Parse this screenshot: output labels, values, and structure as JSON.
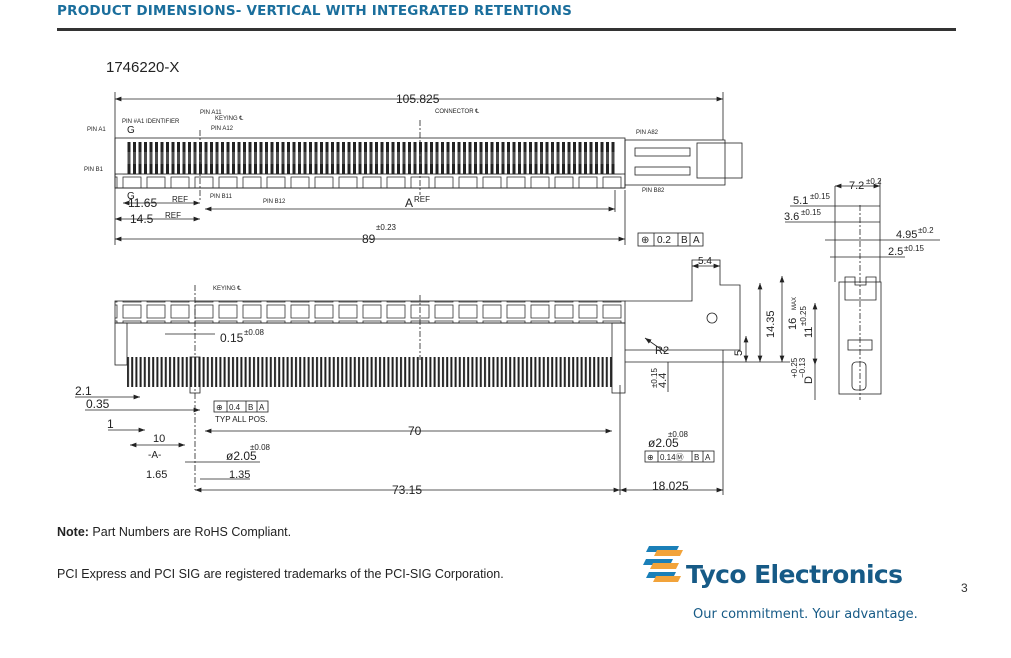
{
  "header": {
    "title": "PRODUCT DIMENSIONS- VERTICAL WITH INTEGRATED RETENTIONS"
  },
  "drawing": {
    "part_number": "1746220-X",
    "top_view": {
      "overall_length": "105.825",
      "connector_centerline": "CONNECTOR ℄",
      "pin_labels": {
        "a1": "PIN A1",
        "a1_identifier": "PIN #A1 IDENTIFIER",
        "a11": "PIN A11",
        "keying": "KEYING ℄",
        "a12": "PIN A12",
        "b1": "PIN B1",
        "b11": "PIN B11",
        "b12": "PIN B12",
        "a82": "PIN A82",
        "b82": "PIN B82"
      },
      "section_marker": "G",
      "dim_11_65": "11.65",
      "dim_14_5": "14.5",
      "ref": "REF",
      "dim_a": "A",
      "dim_89": "89",
      "dim_89_tol": "±0.23",
      "fcf": [
        "⊕",
        "0.2",
        "B",
        "A"
      ]
    },
    "side_view": {
      "keying": "KEYING ℄",
      "dim_0_15": "0.15",
      "dim_0_15_tol": "±0.08",
      "dim_2_1": "2.1",
      "dim_0_35": "0.35",
      "dim_1": "1",
      "dim_10": "10",
      "datum_a": "-A-",
      "dim_1_65": "1.65",
      "dim_1_35": "1.35",
      "dia_2_05": "ø2.05",
      "dia_tol": "±0.08",
      "fcf_typ": [
        "⊕",
        "0.4",
        "B",
        "A"
      ],
      "typ_all_pos": "TYP ALL POS.",
      "dim_70": "70",
      "dim_73_15": "73.15",
      "dim_18_025": "18.025",
      "fcf_right": [
        "⊕",
        "0.14Ⓜ",
        "B",
        "A"
      ],
      "dim_5_4": "5.4",
      "dim_14_35": "14.35",
      "dim_16": "16",
      "max": "MAX",
      "dim_5": "5",
      "dim_4_4": "4.4",
      "dim_4_4_tol": "±0.15",
      "radius": "R2"
    },
    "end_view": {
      "dim_7_2": "7.2",
      "dim_7_2_tol": "±0.2",
      "dim_5_1": "5.1",
      "dim_5_1_tol": "±0.15",
      "dim_3_6": "3.6",
      "dim_3_6_tol": "±0.15",
      "dim_4_95": "4.95",
      "dim_4_95_tol": "±0.2",
      "dim_2_5": "2.5",
      "dim_2_5_tol": "±0.15",
      "dim_11": "11",
      "dim_11_tol": "±0.25",
      "dim_d": "D",
      "dim_d_tol_plus": "+0.25",
      "dim_d_tol_minus": "−0.13"
    }
  },
  "notes": {
    "note_label": "Note:",
    "note_text": " Part Numbers are RoHS Compliant.",
    "trademark": "PCI Express and PCI SIG are registered trademarks of the PCI-SIG Corporation."
  },
  "footer": {
    "brand": "Tyco Electronics",
    "tagline": "Our commitment. Your advantage.",
    "page_number": "3",
    "brand_color": "#165a86",
    "logo_colors": [
      "#1a7fb8",
      "#f2a33a"
    ]
  }
}
